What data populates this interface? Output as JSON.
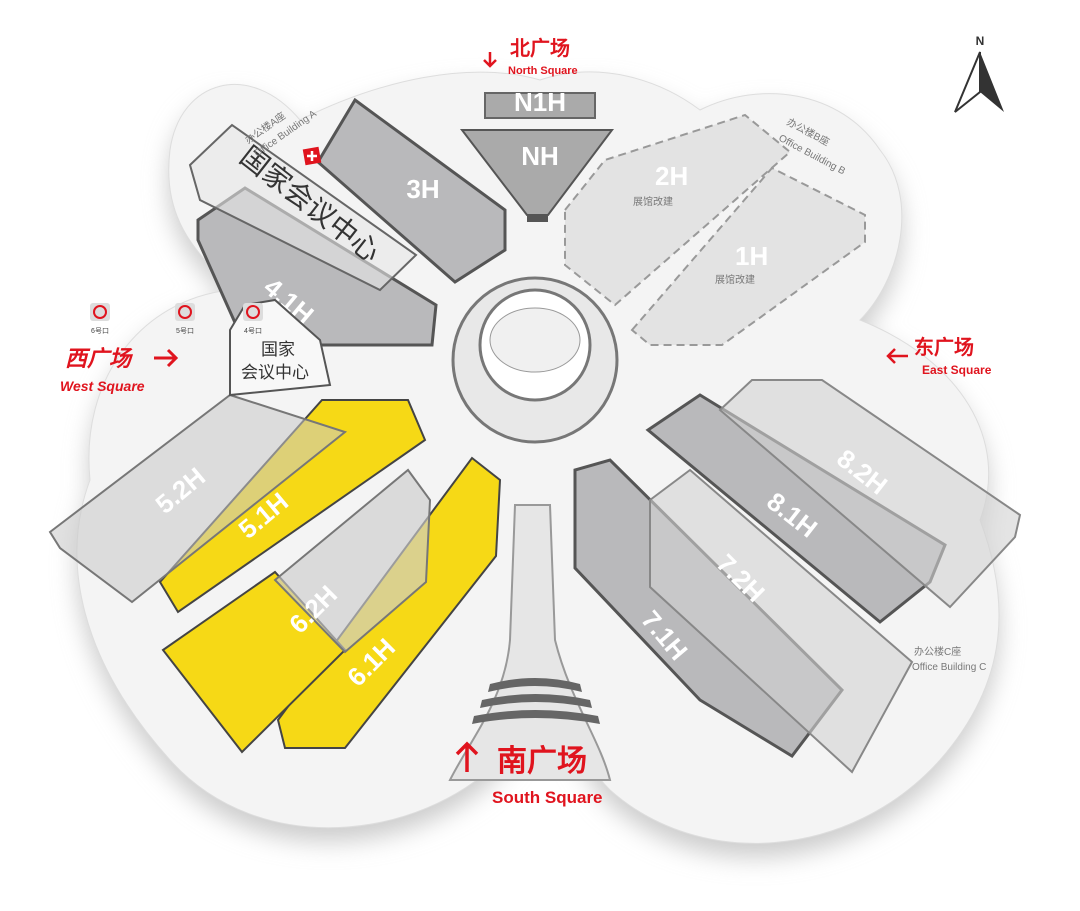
{
  "compass": {
    "label": "N"
  },
  "squares": {
    "north": {
      "cn": "北广场",
      "en": "North Square"
    },
    "west": {
      "cn": "西广场",
      "en": "West Square"
    },
    "east": {
      "cn": "东广场",
      "en": "East Square"
    },
    "south": {
      "cn": "南广场",
      "en": "South Square"
    }
  },
  "halls": {
    "n1h": "N1H",
    "nh": "NH",
    "h3": "3H",
    "h41": "4.1H",
    "h2": "2H",
    "h2_note": "展馆改建",
    "h1": "1H",
    "h1_note": "展馆改建",
    "h51": "5.1H",
    "h52": "5.2H",
    "h61": "6.1H",
    "h62": "6.2H",
    "h71": "7.1H",
    "h72": "7.2H",
    "h81": "8.1H",
    "h82": "8.2H"
  },
  "buildings": {
    "cncc": "国家会议中心",
    "cncc_label_line1": "国家",
    "cncc_label_line2": "会议中心",
    "office_a_cn": "办公楼A座",
    "office_a_en": "Office Building A",
    "office_b_cn": "办公楼B座",
    "office_b_en": "Office Building B",
    "office_c_cn": "办公楼C座",
    "office_c_en": "Office Building C"
  },
  "metro_exits": [
    "6号口",
    "5号口",
    "4号口"
  ],
  "colors": {
    "highlight": "#f6d916",
    "accent": "#e0141e",
    "hall": "#b9b9bb",
    "hall_light": "#e3e3e3"
  }
}
